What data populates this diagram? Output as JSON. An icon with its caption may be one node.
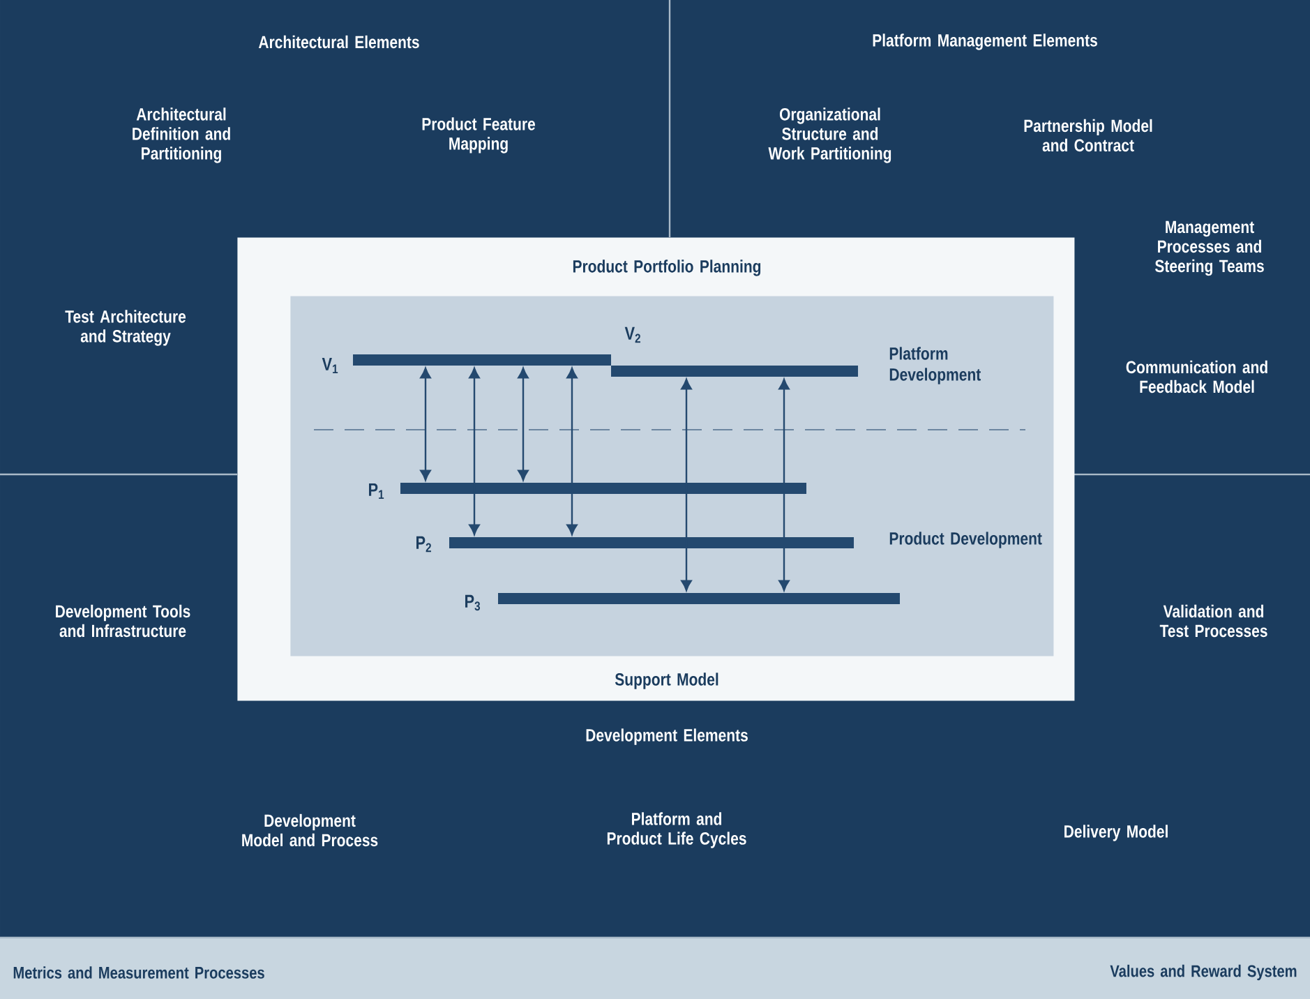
{
  "diagram": {
    "nodes": [
      {
        "text": [
          "Product Portfolio Planning",
          "Support Model"
        ]
      },
      {
        "text": [
          "Platform Development",
          "Product Development"
        ],
        "in": 0
      },
      {
        "text": [],
        "shape": "bar",
        "beside": [
          "V$_{1}$"
        ],
        "in": 1
      },
      {
        "text": [],
        "shape": "bar",
        "beside": [
          "V$_{2}$"
        ],
        "in": 1
      },
      {
        "text": [],
        "shape": "bar",
        "beside": [
          "P$_{1}$"
        ],
        "in": 1
      },
      {
        "text": [],
        "shape": "bar",
        "beside": [
          "P$_{2}$"
        ],
        "in": 1
      },
      {
        "text": [],
        "shape": "bar",
        "beside": [
          "P$_{3}$"
        ],
        "in": 1
      }
    ],
    "edges": [
      {
        "from": 2,
        "to": 4,
        "arrow": "both"
      },
      {
        "from": 2,
        "to": 5,
        "arrow": "both"
      },
      {
        "from": 2,
        "to": 4,
        "arrow": "both"
      },
      {
        "from": 2,
        "to": 5,
        "arrow": "both"
      },
      {
        "from": 3,
        "to": 6,
        "arrow": "both"
      },
      {
        "from": 3,
        "to": 6,
        "arrow": "both"
      }
    ],
    "labels": [
      "Architectural Elements",
      "Platform Management Elements",
      "Architectural Definition and Partitioning",
      "Product Feature Mapping",
      "Organizational Structure and Work Partitioning",
      "Partnership Model and Contract",
      "Management Processes and Steering Teams",
      "Test Architecture and Strategy",
      "Communication and Feedback Model",
      "Development Tools and Infrastructure",
      "Validation and Test Processes",
      "Development Elements",
      "Development Model and Process",
      "Platform and Product Life Cycles",
      "Delivery Model",
      "Metrics and Measurement Processes",
      "Values and Reward System"
    ]
  }
}
